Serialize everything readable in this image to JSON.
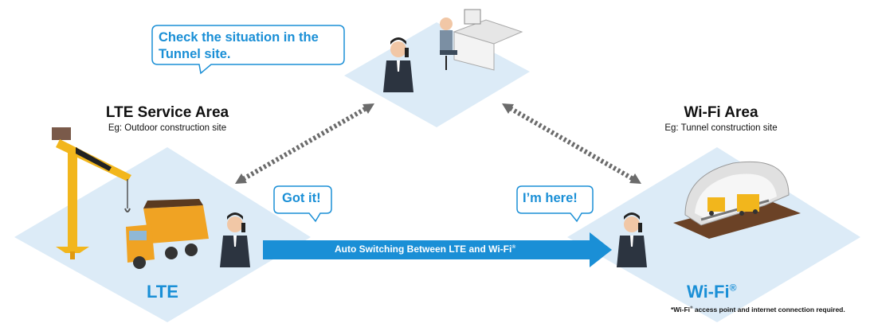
{
  "center_bubble": {
    "line1": "Check the situation in the",
    "line2": "Tunnel site."
  },
  "lte_area": {
    "title": "LTE Service Area",
    "subtitle": "Eg: Outdoor construction site",
    "network_label": "LTE",
    "bubble": "Got it!"
  },
  "wifi_area": {
    "title": "Wi-Fi Area",
    "subtitle": "Eg: Tunnel construction site",
    "network_label": "Wi-Fi",
    "network_mark": "®",
    "bubble": "I’m here!"
  },
  "switch_arrow": {
    "label": "Auto Switching Between LTE and Wi-Fi",
    "mark": "®"
  },
  "footnote": {
    "prefix": "*Wi-Fi",
    "mark": "®",
    "text": " access point and internet connection required."
  },
  "colors": {
    "accent": "#1a8fd6",
    "tile": "#dcebf7",
    "arrow": "#1a8fd6",
    "dashed": "#6b6b6b",
    "crane": "#f2b61c",
    "truck": "#f0a323"
  },
  "icons": [
    "crane-icon",
    "dump-truck-icon",
    "worker-with-radio-icon",
    "office-desk-icon",
    "tunnel-icon"
  ]
}
